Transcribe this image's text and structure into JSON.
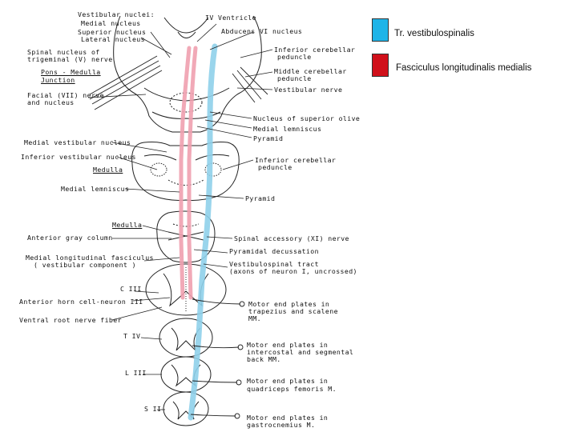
{
  "legend": [
    {
      "label": "Tr. vestibulospinalis",
      "color": "#1fb4e8"
    },
    {
      "label": "Fasciculus longitudinalis medialis",
      "color": "#d0101a"
    }
  ],
  "colors": {
    "vestibulospinal_tract": "#8fd0ea",
    "mlf_tract": "#f0a0b0",
    "line": "#222222"
  },
  "labels": {
    "vestibular_nuclei": "Vestibular nuclei:",
    "medial_nucleus": "Medial nucleus",
    "superior_nucleus": "Superior nucleus",
    "lateral_nucleus": "Lateral nucleus",
    "iv_ventricle": "IV Ventricle",
    "abducens_nucleus": "Abducens VI nucleus",
    "spinal_nucleus_trigeminal_1": "Spinal nucleus of",
    "spinal_nucleus_trigeminal_2": "trigeminal (V) nerve",
    "pons_medulla_1": "Pons - Medulla",
    "pons_medulla_2": "Junction",
    "inferior_cerebellar_peduncle_1": "Inferior cerebellar",
    "inferior_cerebellar_peduncle_2": "peduncle",
    "middle_cerebellar_peduncle_1": "Middle cerebellar",
    "middle_cerebellar_peduncle_2": "peduncle",
    "facial_nerve_1": "Facial (VII) nerve",
    "facial_nerve_2": "and nucleus",
    "vestibular_nerve": "Vestibular nerve",
    "nucleus_superior_olive": "Nucleus of superior olive",
    "medial_lemniscus_upper": "Medial lemniscus",
    "medial_vestibular_nucleus": "Medial vestibular nucleus",
    "pyramid_upper": "Pyramid",
    "inferior_vestibular_nucleus": "Inferior vestibular nucleus",
    "inferior_cerebellar_peduncle_b1": "Inferior cerebellar",
    "inferior_cerebellar_peduncle_b2": "peduncle",
    "medulla_1": "Medulla",
    "medial_lemniscus_lower": "Medial lemniscus",
    "pyramid_lower": "Pyramid",
    "medulla_2": "Medulla",
    "anterior_gray_column": "Anterior gray column",
    "spinal_accessory_nerve": "Spinal accessory (XI) nerve",
    "mlf_1": "Medial longitudinal fasciculus",
    "mlf_2": "( vestibular component )",
    "pyramidal_decussation": "Pyramidal decussation",
    "vestibulospinal_tract_1": "Vestibulospinal tract",
    "vestibulospinal_tract_2": "(axons of neuron I, uncrossed)",
    "c_iii": "C III",
    "anterior_horn_cell": "Anterior horn cell-neuron III",
    "ventral_root": "Ventral root nerve fiber",
    "motor_trapezius_1": "Motor end plates in",
    "motor_trapezius_2": "trapezius and scalene",
    "motor_trapezius_3": "MM.",
    "t_iv": "T IV",
    "motor_intercostal_1": "Motor end plates in",
    "motor_intercostal_2": "intercostal and segmental",
    "motor_intercostal_3": "back MM.",
    "l_iii": "L III",
    "motor_quadriceps_1": "Motor end plates in",
    "motor_quadriceps_2": "quadriceps femoris M.",
    "s_ii": "S II",
    "motor_gastrocnemius_1": "Motor end plates in",
    "motor_gastrocnemius_2": "gastrocnemius M."
  }
}
